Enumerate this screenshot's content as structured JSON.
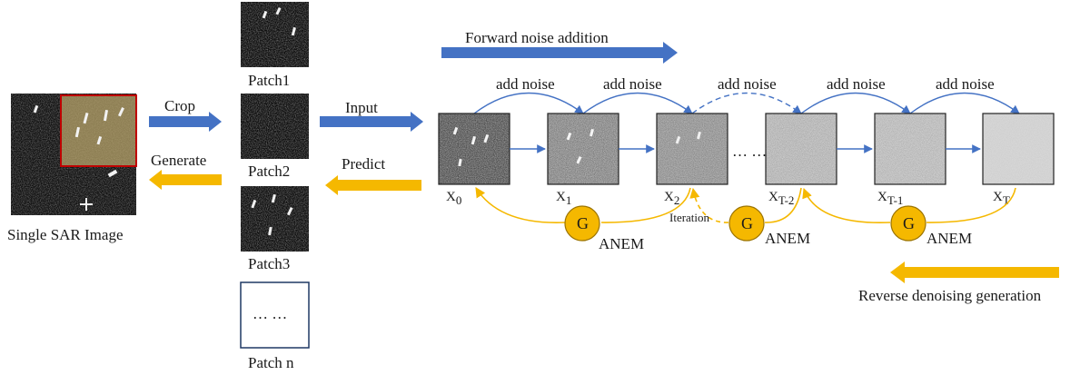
{
  "source": {
    "caption": "Single SAR Image"
  },
  "actions": {
    "crop": "Crop",
    "generate": "Generate",
    "input": "Input",
    "predict": "Predict"
  },
  "patches": {
    "p1": "Patch1",
    "p2": "Patch2",
    "p3": "Patch3",
    "ellipsis": "… …",
    "pn": "Patch n"
  },
  "forward": {
    "label": "Forward noise addition",
    "add_noise": "add noise"
  },
  "states": {
    "x0": {
      "base": "X",
      "sub": "0"
    },
    "x1": {
      "base": "X",
      "sub": "1"
    },
    "x2": {
      "base": "X",
      "sub": "2"
    },
    "xt2": {
      "base": "X",
      "sub": "T-2"
    },
    "xt1": {
      "base": "X",
      "sub": "T-1"
    },
    "xt": {
      "base": "X",
      "sub": "T"
    },
    "ellipsis": "… …"
  },
  "reverse": {
    "label": "Reverse denoising generation",
    "iteration": "Iteration",
    "g": "G",
    "anem": "ANEM"
  },
  "colors": {
    "blue": "#4472c4",
    "gold": "#f5b800",
    "gold_fill": "#f5b800",
    "crop_box": "#c00000",
    "crop_fill": "#b7a36a"
  }
}
